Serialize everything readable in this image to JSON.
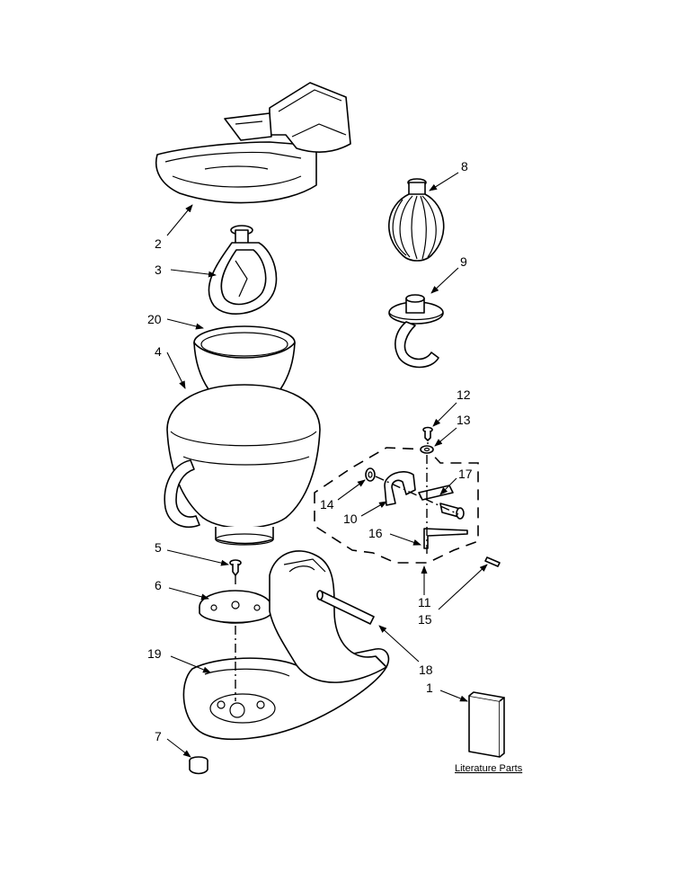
{
  "callouts": {
    "c1": "1",
    "c2": "2",
    "c3": "3",
    "c4": "4",
    "c5": "5",
    "c6": "6",
    "c7": "7",
    "c8": "8",
    "c9": "9",
    "c10": "10",
    "c11": "11",
    "c12": "12",
    "c13": "13",
    "c14": "14",
    "c15": "15",
    "c16": "16",
    "c17": "17",
    "c18": "18",
    "c19": "19",
    "c20": "20"
  },
  "literature_parts": "Literature Parts"
}
